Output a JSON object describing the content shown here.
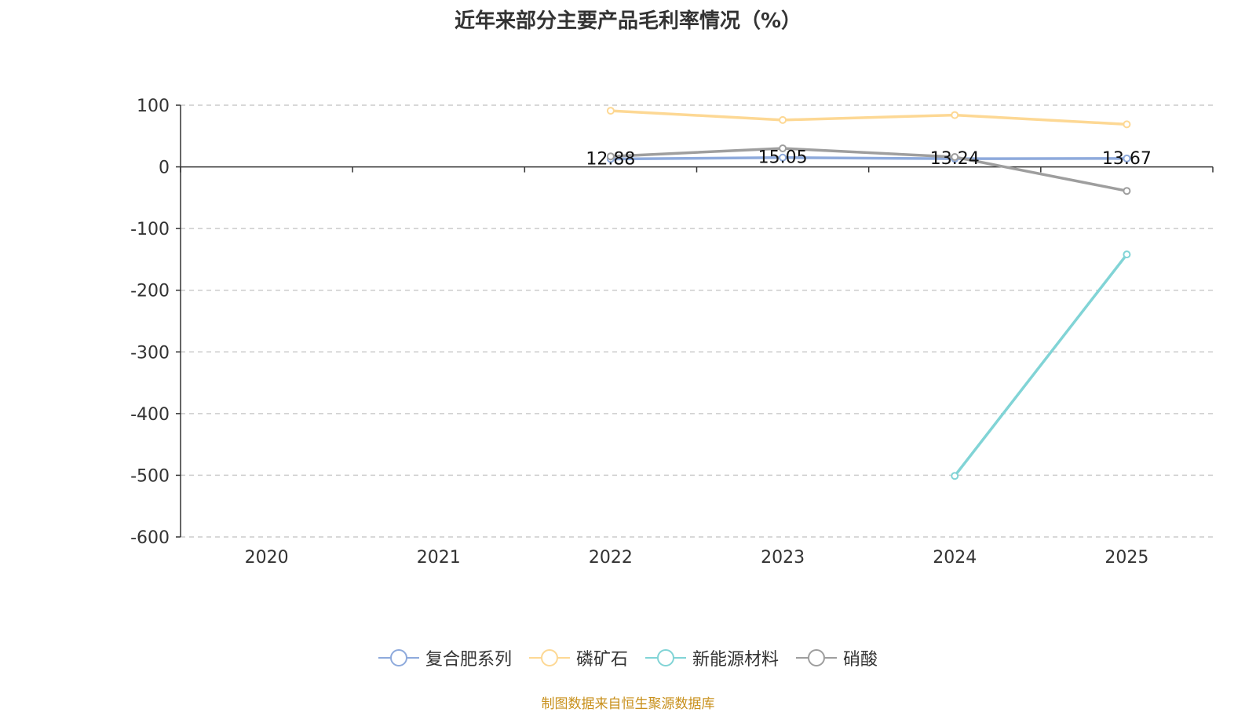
{
  "chart_data": {
    "type": "line",
    "title": "近年来部分主要产品毛利率情况（%）",
    "categories": [
      "2020",
      "2021",
      "2022",
      "2023",
      "2024",
      "2025"
    ],
    "ylim": [
      -600,
      100
    ],
    "yticks": [
      "100",
      "0",
      "-100",
      "-200",
      "-300",
      "-400",
      "-500",
      "-600"
    ],
    "ytick_values": [
      100,
      0,
      -100,
      -200,
      -300,
      -400,
      -500,
      -600
    ],
    "grid": true,
    "legend_position": "bottom",
    "series": [
      {
        "name": "复合肥系列",
        "color": "#8eaadc",
        "values": [
          null,
          null,
          12.88,
          15.05,
          13.24,
          13.67
        ],
        "labels": [
          "",
          "",
          "12.88",
          "15.05",
          "13.24",
          "13.67"
        ]
      },
      {
        "name": "磷矿石",
        "color": "#fdd894",
        "values": [
          null,
          null,
          91,
          76,
          84,
          69
        ]
      },
      {
        "name": "新能源材料",
        "color": "#81d4d6",
        "values": [
          null,
          null,
          null,
          null,
          -501,
          -142
        ]
      },
      {
        "name": "硝酸",
        "color": "#9e9e9e",
        "values": [
          null,
          null,
          17,
          30,
          16,
          -39
        ]
      }
    ]
  },
  "source": "制图数据来自恒生聚源数据库"
}
